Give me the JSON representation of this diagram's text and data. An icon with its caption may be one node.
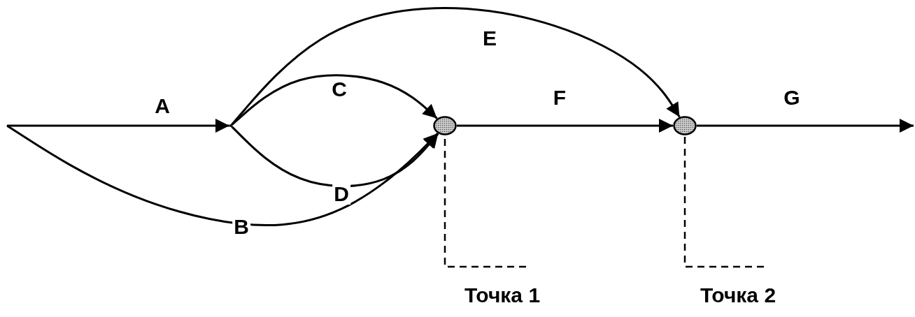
{
  "diagram": {
    "nodes": [
      {
        "text": [],
        "shape": "point"
      },
      {
        "text": [],
        "shape": "circle"
      },
      {
        "text": [],
        "shape": "circle"
      },
      {
        "text": [
          "Точка 1"
        ]
      },
      {
        "text": [
          "Точка 2"
        ]
      }
    ],
    "edges": [
      {
        "from": null,
        "to": 0,
        "arrow": "to",
        "label": "A"
      },
      {
        "from": null,
        "to": 1,
        "arrow": "to",
        "label": "B"
      },
      {
        "from": 0,
        "to": 1,
        "arrow": "to",
        "label": "C"
      },
      {
        "from": 0,
        "to": 1,
        "arrow": "to",
        "label": "D"
      },
      {
        "from": 0,
        "to": 2,
        "arrow": "to",
        "label": "E"
      },
      {
        "from": 1,
        "to": 2,
        "arrow": "to",
        "label": "F"
      },
      {
        "from": 2,
        "to": null,
        "arrow": "to",
        "label": "G"
      },
      {
        "from": 3,
        "to": 1,
        "arrow": "none",
        "style": "dashed"
      },
      {
        "from": 4,
        "to": 2,
        "arrow": "none",
        "style": "dashed"
      }
    ]
  }
}
